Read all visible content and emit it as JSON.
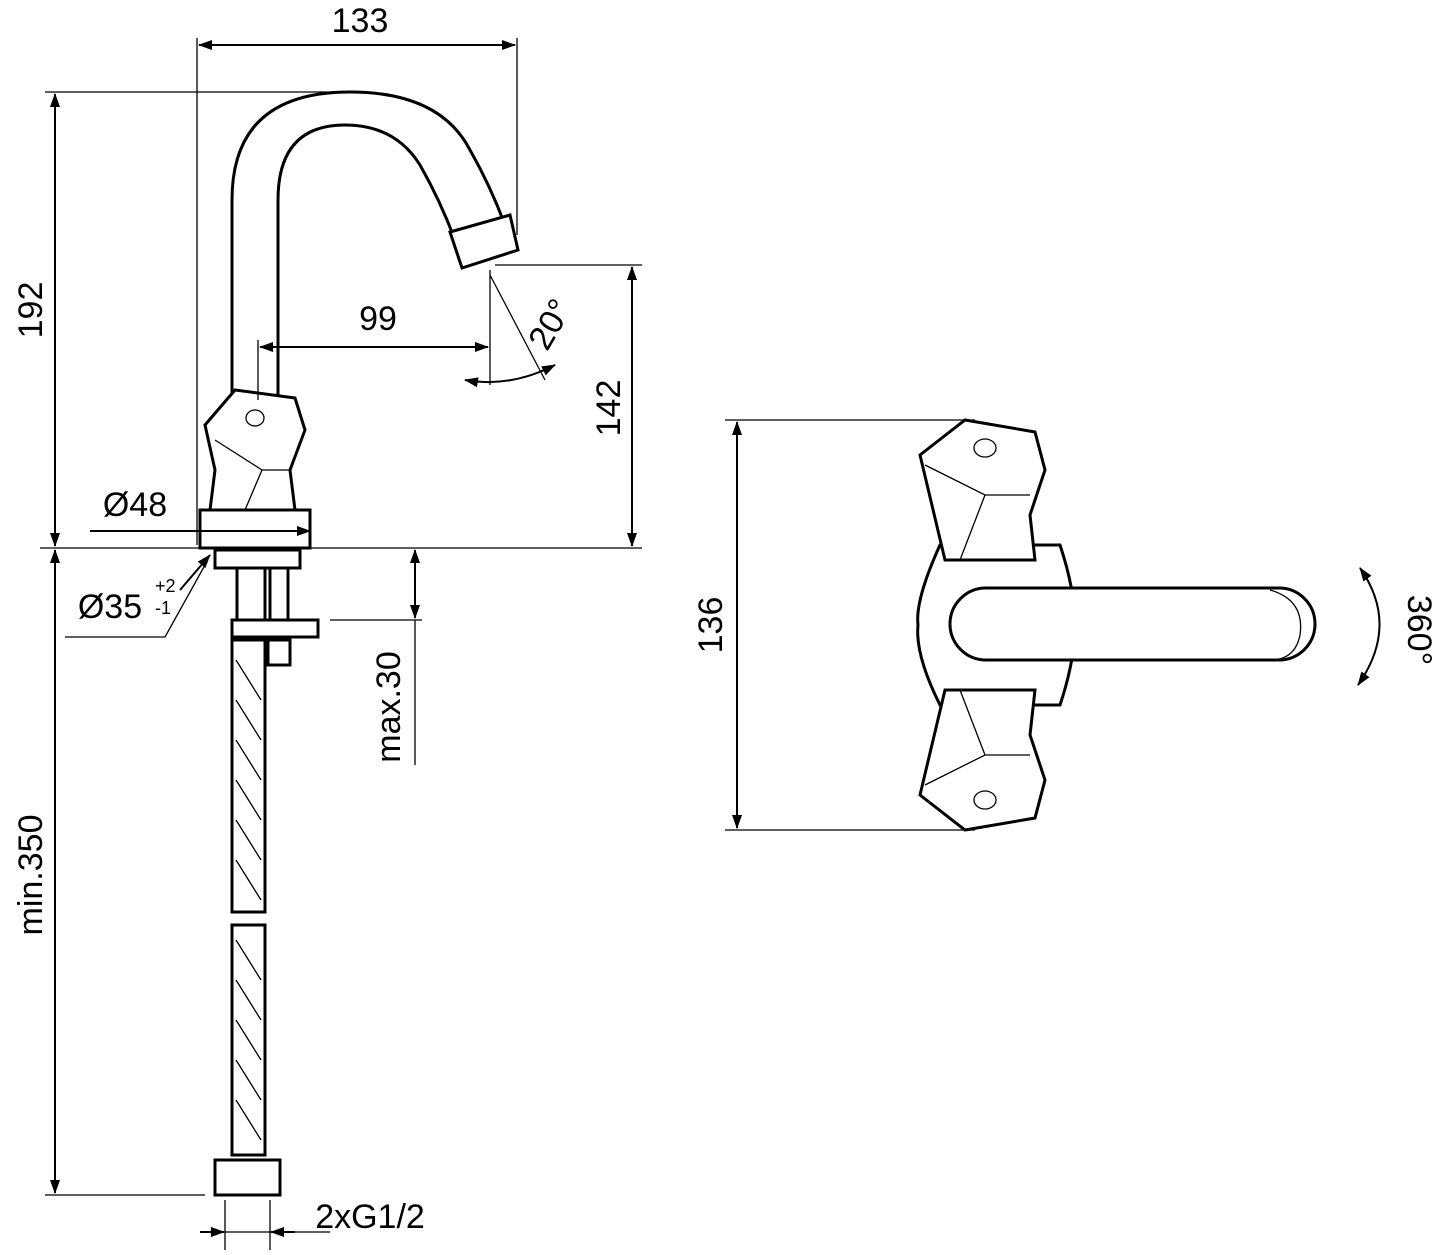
{
  "title": "Faucet technical drawing",
  "dimensions": {
    "spout_reach_total": "133",
    "overall_height": "192",
    "spout_reach": "99",
    "spout_angle": "20°",
    "spout_outlet_height": "142",
    "base_diameter": "Ø48",
    "hole_diameter": "Ø35",
    "hole_tolerance_plus": "+2",
    "hole_tolerance_minus": "-1",
    "max_deck_thickness": "max.30",
    "min_hose_length": "min.350",
    "connection": "2xG1/2",
    "top_view_width": "136",
    "spout_rotation": "360°"
  }
}
